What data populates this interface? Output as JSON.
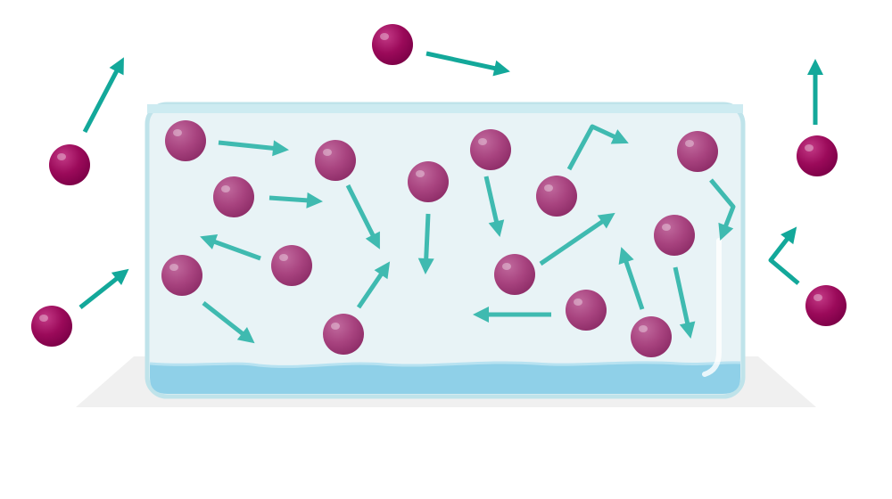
{
  "colors": {
    "background": "#ffffff",
    "table": "#f0f0f0",
    "container_fill": "#e8f3f6",
    "container_border": "#bfe3ea",
    "liquid": "#8fd0e8",
    "liquid_surface": "#b7e2f1",
    "particle_outside": "#9b0a5a",
    "particle_inside": "#a8437f",
    "arrow": "#13a89a",
    "arrow_inside": "#3fbab0"
  },
  "legend": {
    "particle": "particle-icon",
    "velocity": "arrow-icon"
  },
  "particles": [
    {
      "zone": "outside",
      "dir": "up-right"
    },
    {
      "zone": "outside",
      "dir": "right"
    },
    {
      "zone": "outside",
      "dir": "up"
    },
    {
      "zone": "outside",
      "dir": "up-right"
    },
    {
      "zone": "outside",
      "dir": "left-then-up"
    },
    {
      "zone": "inside",
      "dir": "right"
    },
    {
      "zone": "inside",
      "dir": "down"
    },
    {
      "zone": "inside",
      "dir": "down"
    },
    {
      "zone": "inside",
      "dir": "down"
    },
    {
      "zone": "inside",
      "dir": "up-right"
    },
    {
      "zone": "inside",
      "dir": "down"
    },
    {
      "zone": "inside",
      "dir": "right"
    },
    {
      "zone": "inside",
      "dir": "up-left"
    },
    {
      "zone": "inside",
      "dir": "down-right"
    },
    {
      "zone": "inside",
      "dir": "up-right"
    },
    {
      "zone": "inside",
      "dir": "up-right"
    },
    {
      "zone": "inside",
      "dir": "left"
    },
    {
      "zone": "inside",
      "dir": "up"
    },
    {
      "zone": "inside",
      "dir": "down"
    }
  ]
}
